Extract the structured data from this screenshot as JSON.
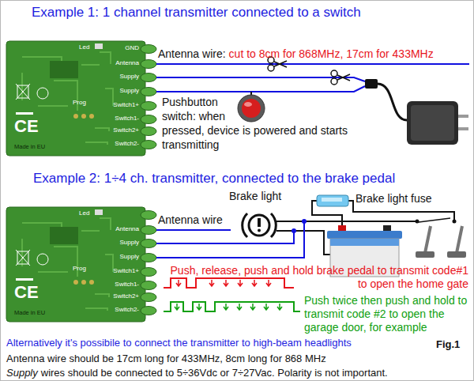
{
  "diagram": {
    "caption": "Fig.1",
    "nodes": [
      {
        "text": [
          "Led",
          "GND",
          "Antenna",
          "Supply",
          "Supply",
          "Switch1+",
          "Switch1-",
          "Switch2+",
          "Switch2-",
          "Prog",
          "CE",
          "Made in EU"
        ]
      },
      {
        "text": [
          "Led",
          "Antenna",
          "Supply",
          "Supply",
          "Switch1+",
          "Switch1-",
          "Switch2+",
          "Switch2-",
          "Prog",
          "CE",
          "Made in EU"
        ]
      }
    ],
    "labels": [
      "Example 1: 1 channel transmitter connected to a switch",
      "Antenna wire:",
      "cut to 8cm for 868MHz, 17cm for 433MHz",
      "Pushbutton switch: when pressed, device is powered and starts transmitting",
      "Example 2: 1÷4 ch. transmitter, connected to the brake pedal",
      "Antenna wire",
      "Brake light",
      "Brake light fuse",
      "Push, release, push and hold brake pedal to transmit code#1 to open the home gate",
      "Push twice then push and hold to transmit code #2 to open the garage door, for example",
      "Alternatively it's possibile to connect the transmitter to high-beam headlights",
      "Antenna wire should be 17cm long for 433MHz, 8cm long for 868 MHz",
      "Supply",
      "wires should be connected to 5÷36Vdc or 7÷27Vac. Polarity is not important."
    ]
  }
}
